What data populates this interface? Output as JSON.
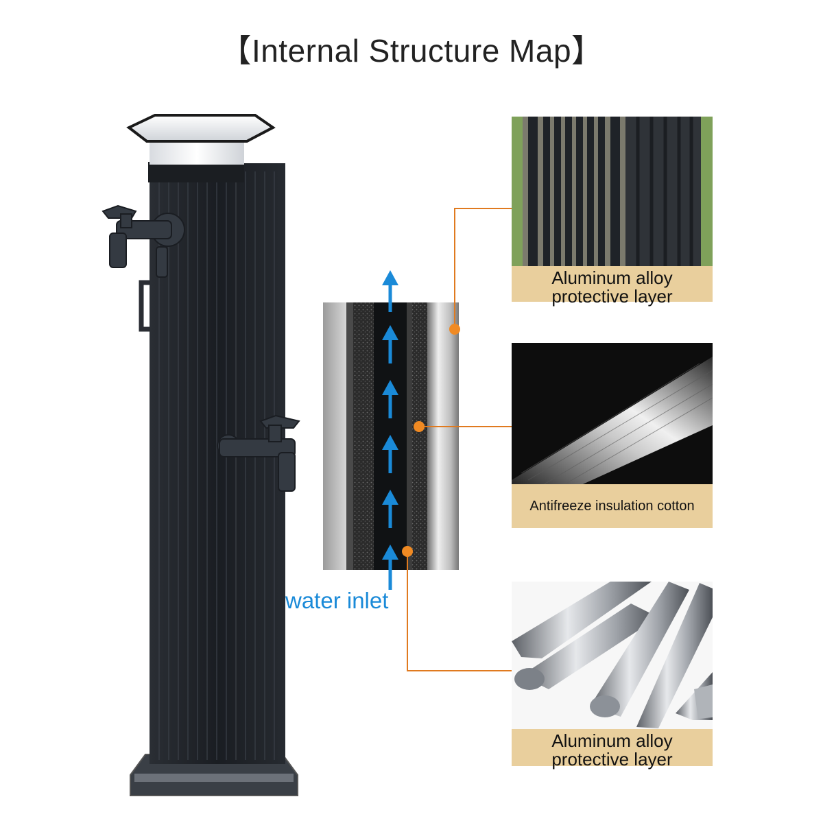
{
  "title": "【Internal Structure Map】",
  "inlet_label": "water inlet",
  "layers": [
    {
      "label": "Aluminum alloy protective layer",
      "lines": [
        "Aluminum alloy",
        "protective layer"
      ]
    },
    {
      "label": "Antifreeze insulation cotton",
      "lines": [
        "Antifreeze insulation cotton"
      ]
    },
    {
      "label": "Aluminum alloy protective layer",
      "lines": [
        "Aluminum alloy",
        "protective layer"
      ]
    }
  ],
  "colors": {
    "leader": "#e07a1f",
    "arrow": "#1a8ad8",
    "caption_bg": "#e9cf9d",
    "post": "#1c1f24"
  }
}
